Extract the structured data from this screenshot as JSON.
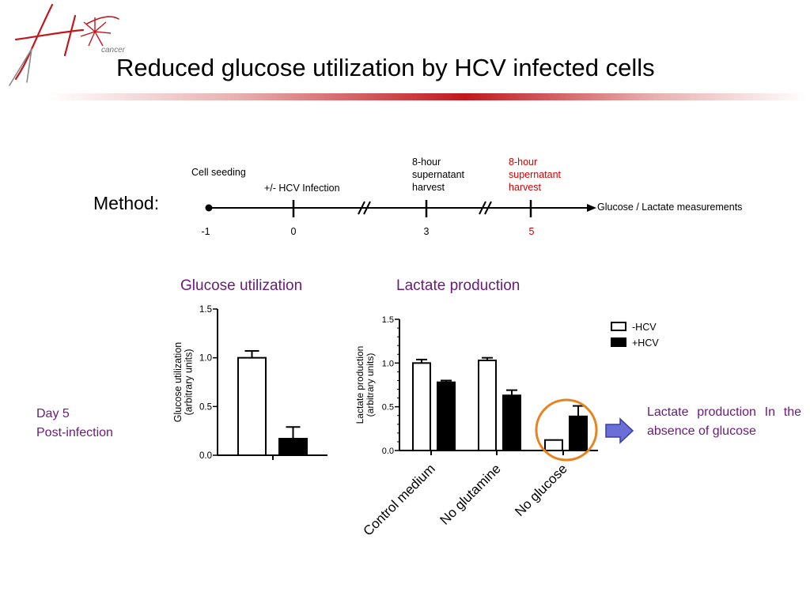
{
  "slide": {
    "title": "Reduced glucose utilization by HCV infected cells"
  },
  "logo": {
    "text": "cancer"
  },
  "method": {
    "label": "Method:",
    "events": {
      "cell_seeding": "Cell seeding",
      "infection": "+/- HCV Infection",
      "harvest1": [
        "8-hour",
        "supernatant",
        "harvest"
      ],
      "harvest2": [
        "8-hour",
        "supernatant",
        "harvest"
      ],
      "measurements": "Glucose / Lactate measurements"
    },
    "ticks": [
      "-1",
      "0",
      "3",
      "5"
    ],
    "highlight_color": "#d40000"
  },
  "side_note": {
    "line1": "Day 5",
    "line2": "Post-infection"
  },
  "callout": {
    "text": "Lactate production In the absence of glucose",
    "circle_color": "#e8821e",
    "arrow_color": "#6a6fd8"
  },
  "chart_data": [
    {
      "type": "bar",
      "title": "Glucose utilization",
      "ylabel": [
        "Glucose utilization",
        "(arbitrary units)"
      ],
      "ylim": [
        0,
        1.5
      ],
      "yticks": [
        "0.0",
        "0.5",
        "1.0",
        "1.5"
      ],
      "categories": [
        ""
      ],
      "series": [
        {
          "name": "-HCV",
          "values": [
            1.0
          ],
          "errors": [
            0.07
          ],
          "fill": "#ffffff"
        },
        {
          "name": "+HCV",
          "values": [
            0.17
          ],
          "errors": [
            0.12
          ],
          "fill": "#000000"
        }
      ]
    },
    {
      "type": "bar",
      "title": "Lactate production",
      "ylabel": [
        "Lactate production",
        "(arbitrary units)"
      ],
      "ylim": [
        0,
        1.5
      ],
      "yticks": [
        "0.0",
        "0.5",
        "1.0",
        "1.5"
      ],
      "categories": [
        "Control medium",
        "No glutamine",
        "No glucose"
      ],
      "legend": {
        "position": "top-right"
      },
      "series": [
        {
          "name": "-HCV",
          "values": [
            1.0,
            1.03,
            0.12
          ],
          "errors": [
            0.04,
            0.03,
            0.0
          ],
          "fill": "#ffffff"
        },
        {
          "name": "+HCV",
          "values": [
            0.78,
            0.63,
            0.39
          ],
          "errors": [
            0.02,
            0.06,
            0.12
          ],
          "fill": "#000000"
        }
      ]
    }
  ]
}
